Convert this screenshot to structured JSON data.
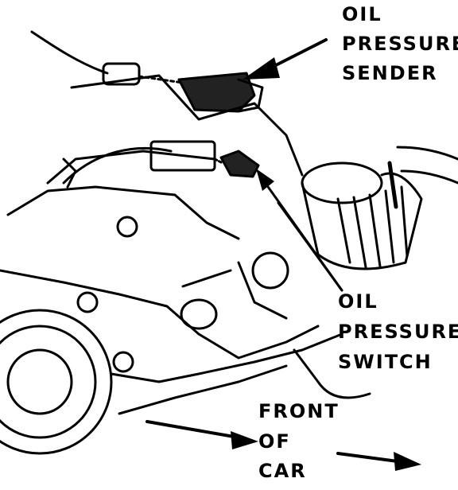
{
  "labels": {
    "oil_pressure_sender": [
      "OIL",
      "PRESSURE",
      "SENDER"
    ],
    "oil_pressure_switch": [
      "OIL",
      "PRESSURE",
      "SWITCH"
    ],
    "front_of_car": [
      "FRONT",
      "OF",
      "CAR"
    ]
  },
  "colors": {
    "ink": "#000000",
    "paper": "#ffffff"
  }
}
